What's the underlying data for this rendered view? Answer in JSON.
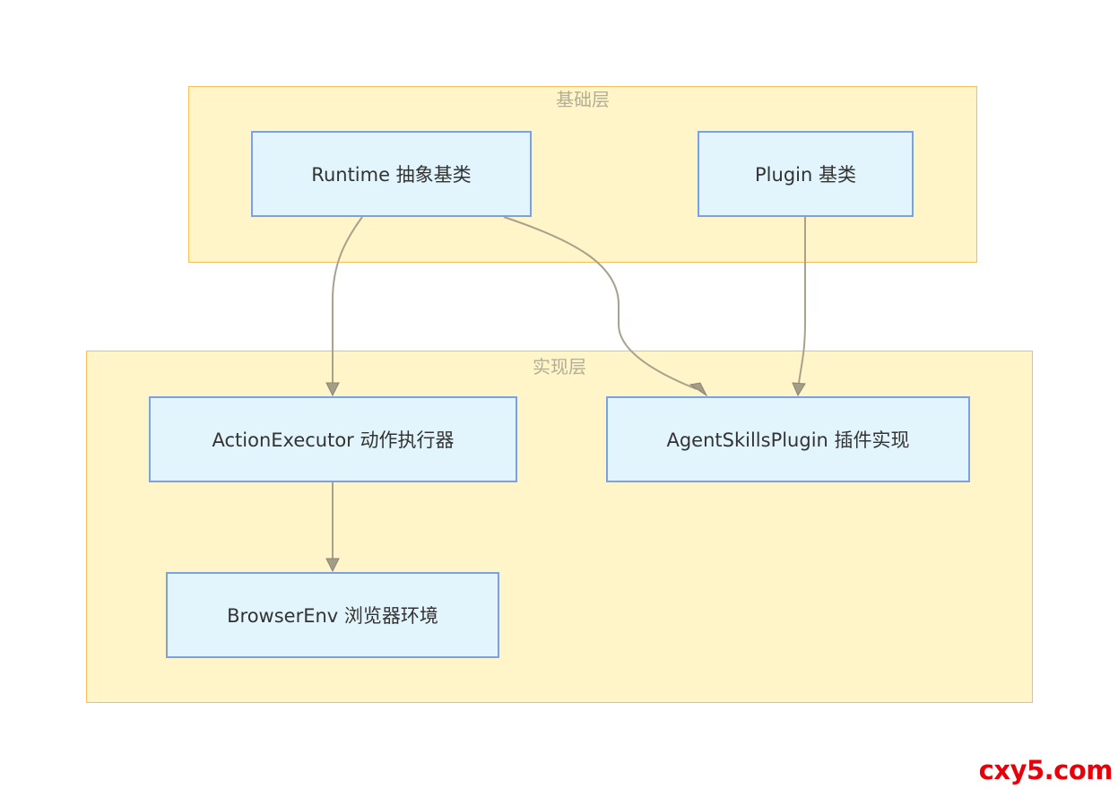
{
  "clusters": {
    "base": {
      "label": "基础层"
    },
    "impl": {
      "label": "实现层"
    }
  },
  "nodes": {
    "runtime": "Runtime 抽象基类",
    "plugin": "Plugin 基类",
    "action_executor": "ActionExecutor 动作执行器",
    "agent_skills": "AgentSkillsPlugin 插件实现",
    "browser_env": "BrowserEnv 浏览器环境"
  },
  "edges": [
    {
      "from": "runtime",
      "to": "action_executor"
    },
    {
      "from": "runtime",
      "to": "agent_skills"
    },
    {
      "from": "plugin",
      "to": "agent_skills"
    },
    {
      "from": "action_executor",
      "to": "browser_env"
    }
  ],
  "colors": {
    "cluster_fill": "#fff5c8",
    "cluster_border": "#f5bf5a",
    "node_fill": "#e3f5fc",
    "node_border": "#7ba0e6",
    "edge": "#a9a18c",
    "watermark": "#e8000a"
  },
  "watermark": "cxy5.com"
}
